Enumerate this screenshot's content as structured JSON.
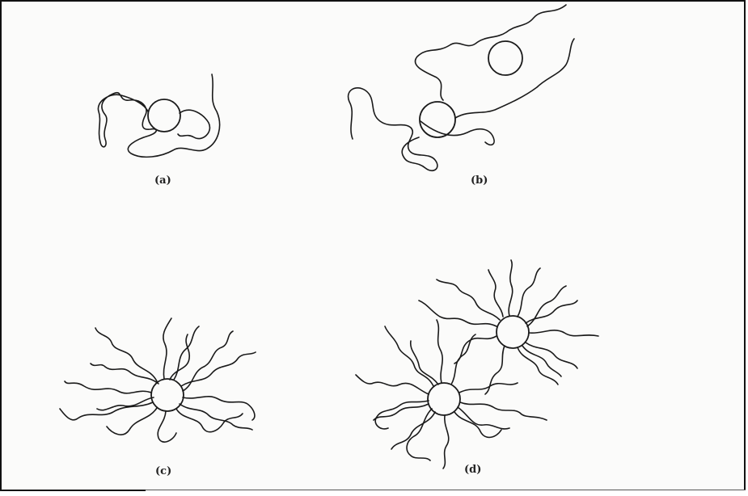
{
  "panels": [
    {
      "id": "a",
      "label": "(a)",
      "particles": 1
    },
    {
      "id": "b",
      "label": "(b)",
      "particles": 2
    },
    {
      "id": "c",
      "label": "(c)",
      "particles": 1
    },
    {
      "id": "d",
      "label": "(d)",
      "particles": 2
    }
  ],
  "colors": {
    "line": "#1a1a1a",
    "background": "#fbfbfa",
    "frame": "#111111"
  }
}
